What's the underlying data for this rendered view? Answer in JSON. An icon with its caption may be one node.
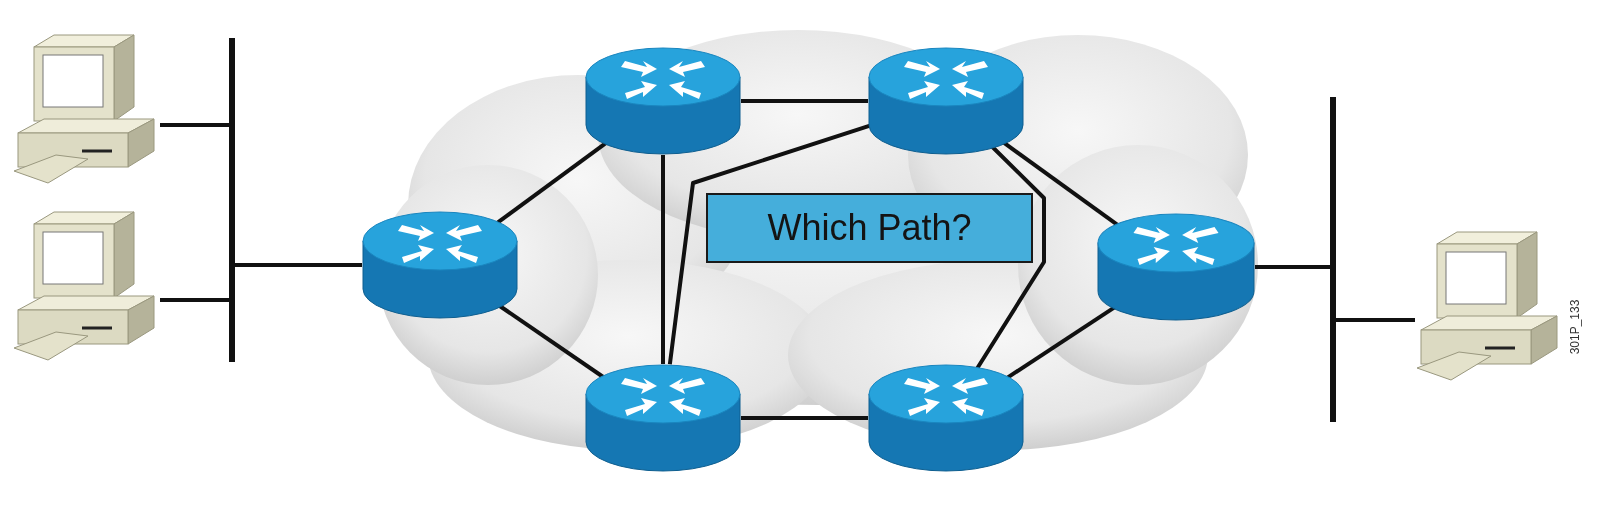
{
  "diagram": {
    "nodes": [
      {
        "text": [],
        "shape": "picture"
      },
      {
        "text": [],
        "shape": "picture"
      },
      {
        "text": [],
        "shape": "bar"
      },
      {
        "text": [],
        "shape": "cylinder"
      },
      {
        "text": [],
        "shape": "cylinder"
      },
      {
        "text": [],
        "shape": "cylinder"
      },
      {
        "text": [],
        "shape": "cylinder"
      },
      {
        "text": [],
        "shape": "cylinder"
      },
      {
        "text": [
          "Which Path?"
        ]
      },
      {
        "text": [],
        "shape": "cylinder"
      },
      {
        "text": [],
        "shape": "bar"
      },
      {
        "text": [],
        "shape": "picture"
      }
    ],
    "edges": [
      {
        "from": 0,
        "to": 2,
        "arrow": "none"
      },
      {
        "from": 1,
        "to": 2,
        "arrow": "none"
      },
      {
        "from": 2,
        "to": 3,
        "arrow": "none"
      },
      {
        "from": 3,
        "to": 4,
        "arrow": "none"
      },
      {
        "from": 3,
        "to": 6,
        "arrow": "none"
      },
      {
        "from": 4,
        "to": 5,
        "arrow": "none"
      },
      {
        "from": 4,
        "to": 6,
        "arrow": "none"
      },
      {
        "from": 5,
        "to": 6,
        "arrow": "none"
      },
      {
        "from": 5,
        "to": 7,
        "arrow": "none"
      },
      {
        "from": 6,
        "to": 7,
        "arrow": "none"
      },
      {
        "from": 5,
        "to": 9,
        "arrow": "none"
      },
      {
        "from": 7,
        "to": 9,
        "arrow": "none"
      },
      {
        "from": 9,
        "to": 10,
        "arrow": "none"
      },
      {
        "from": 10,
        "to": 11,
        "arrow": "none"
      }
    ],
    "labels": [
      "301P_133"
    ]
  }
}
